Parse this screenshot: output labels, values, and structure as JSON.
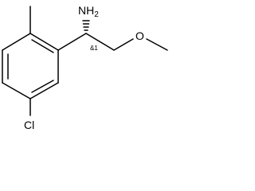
{
  "molecule": {
    "atoms": {
      "amine": {
        "element": "N",
        "hydrogens": "2"
      },
      "chlorine": {
        "label": "Cl"
      },
      "ether_oxygen": {
        "label": "O"
      }
    },
    "stereo_label": "&1"
  }
}
